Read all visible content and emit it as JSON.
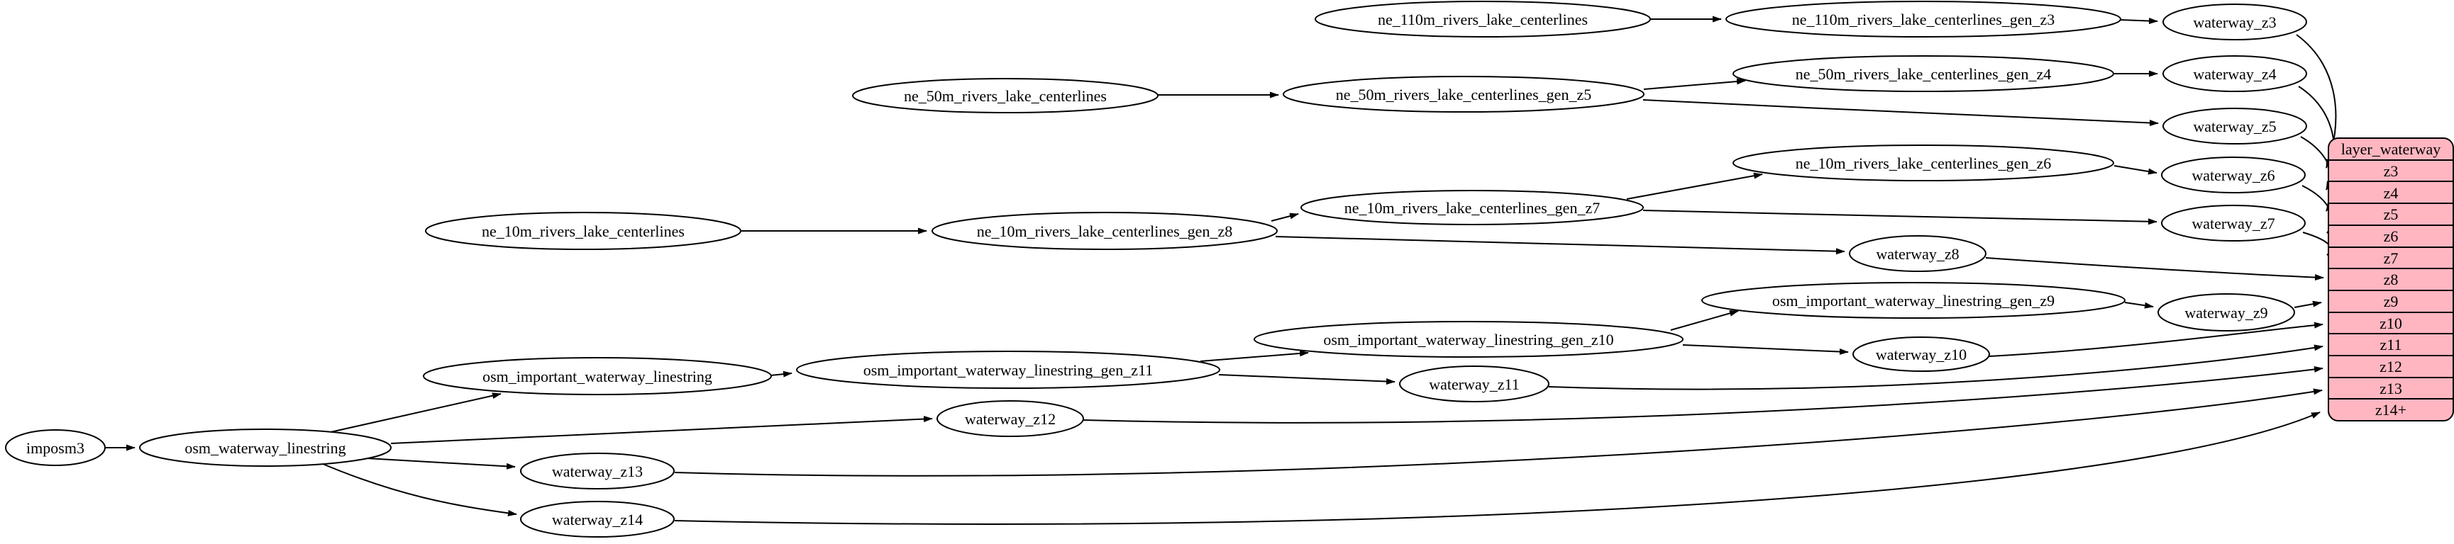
{
  "nodes": {
    "imposm3": "imposm3",
    "osm_waterway_linestring": "osm_waterway_linestring",
    "osm_important_waterway_linestring": "osm_important_waterway_linestring",
    "osm_important_waterway_linestring_gen_z11": "osm_important_waterway_linestring_gen_z11",
    "osm_important_waterway_linestring_gen_z10": "osm_important_waterway_linestring_gen_z10",
    "osm_important_waterway_linestring_gen_z9": "osm_important_waterway_linestring_gen_z9",
    "ne_10m_rivers_lake_centerlines": "ne_10m_rivers_lake_centerlines",
    "ne_10m_rivers_lake_centerlines_gen_z8": "ne_10m_rivers_lake_centerlines_gen_z8",
    "ne_10m_rivers_lake_centerlines_gen_z7": "ne_10m_rivers_lake_centerlines_gen_z7",
    "ne_10m_rivers_lake_centerlines_gen_z6": "ne_10m_rivers_lake_centerlines_gen_z6",
    "ne_50m_rivers_lake_centerlines": "ne_50m_rivers_lake_centerlines",
    "ne_50m_rivers_lake_centerlines_gen_z5": "ne_50m_rivers_lake_centerlines_gen_z5",
    "ne_50m_rivers_lake_centerlines_gen_z4": "ne_50m_rivers_lake_centerlines_gen_z4",
    "ne_110m_rivers_lake_centerlines": "ne_110m_rivers_lake_centerlines",
    "ne_110m_rivers_lake_centerlines_gen_z3": "ne_110m_rivers_lake_centerlines_gen_z3",
    "waterway_z3": "waterway_z3",
    "waterway_z4": "waterway_z4",
    "waterway_z5": "waterway_z5",
    "waterway_z6": "waterway_z6",
    "waterway_z7": "waterway_z7",
    "waterway_z8": "waterway_z8",
    "waterway_z9": "waterway_z9",
    "waterway_z10": "waterway_z10",
    "waterway_z11": "waterway_z11",
    "waterway_z12": "waterway_z12",
    "waterway_z13": "waterway_z13",
    "waterway_z14": "waterway_z14"
  },
  "record": {
    "title": "layer_waterway",
    "rows": [
      "z3",
      "z4",
      "z5",
      "z6",
      "z7",
      "z8",
      "z9",
      "z10",
      "z11",
      "z12",
      "z13",
      "z14+"
    ]
  },
  "colors": {
    "record_fill": "#ffb6c1",
    "node_fill": "#ffffff",
    "edge": "#000000"
  }
}
